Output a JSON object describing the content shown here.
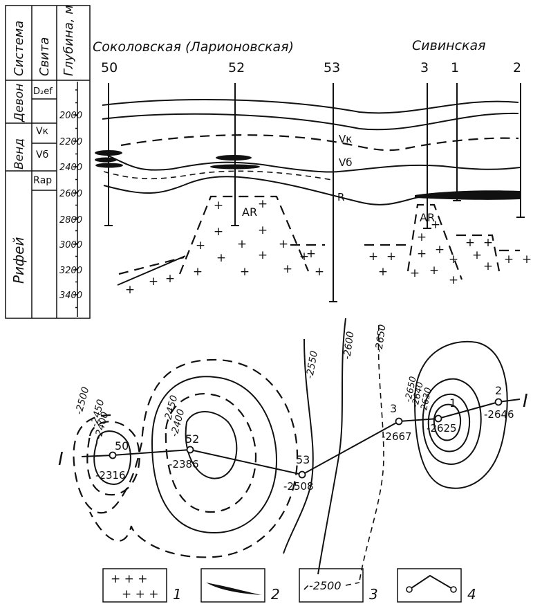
{
  "column_headers": {
    "system": "Система",
    "suite": "Свита",
    "depth": "Глубина, м"
  },
  "systems": {
    "devon": "Девон",
    "vend": "Венд",
    "riphean": "Рифей"
  },
  "suites": {
    "d2ef": "D₂ef",
    "vk": "Vк",
    "vb": "Vб",
    "rap": "Rар"
  },
  "depth_ticks": [
    "2000",
    "2200",
    "2400",
    "2600",
    "2800",
    "3000",
    "3200",
    "3400"
  ],
  "areas": {
    "left": "Соколовская (Ларионовская)",
    "right": "Сивинская"
  },
  "section_wells": [
    "50",
    "52",
    "53",
    "3",
    "1",
    "2"
  ],
  "section_labels": {
    "vk": "Vк",
    "vb": "Vб",
    "r": "R",
    "ar_left": "AR",
    "ar_right": "AR"
  },
  "map": {
    "profile_label_left": "I",
    "profile_label_right": "I",
    "wells": [
      {
        "name": "50",
        "value": "-2316"
      },
      {
        "name": "52",
        "value": "-2386"
      },
      {
        "name": "53",
        "value": "-2508"
      },
      {
        "name": "3",
        "value": "-2667"
      },
      {
        "name": "1",
        "value": "-2625"
      },
      {
        "name": "2",
        "value": "-2646"
      }
    ],
    "contours_left": [
      "-2500",
      "-2450",
      "-2400",
      "-2450",
      "-2400"
    ],
    "contours_mid": [
      "-2550",
      "-2600",
      "-2650"
    ],
    "contours_right": [
      "-2650",
      "-2640",
      "-2630"
    ]
  },
  "legend": [
    {
      "num": "1",
      "sample": "+ + +"
    },
    {
      "num": "2",
      "sample": ""
    },
    {
      "num": "3",
      "sample": "-2500"
    },
    {
      "num": "4",
      "sample": ""
    }
  ]
}
